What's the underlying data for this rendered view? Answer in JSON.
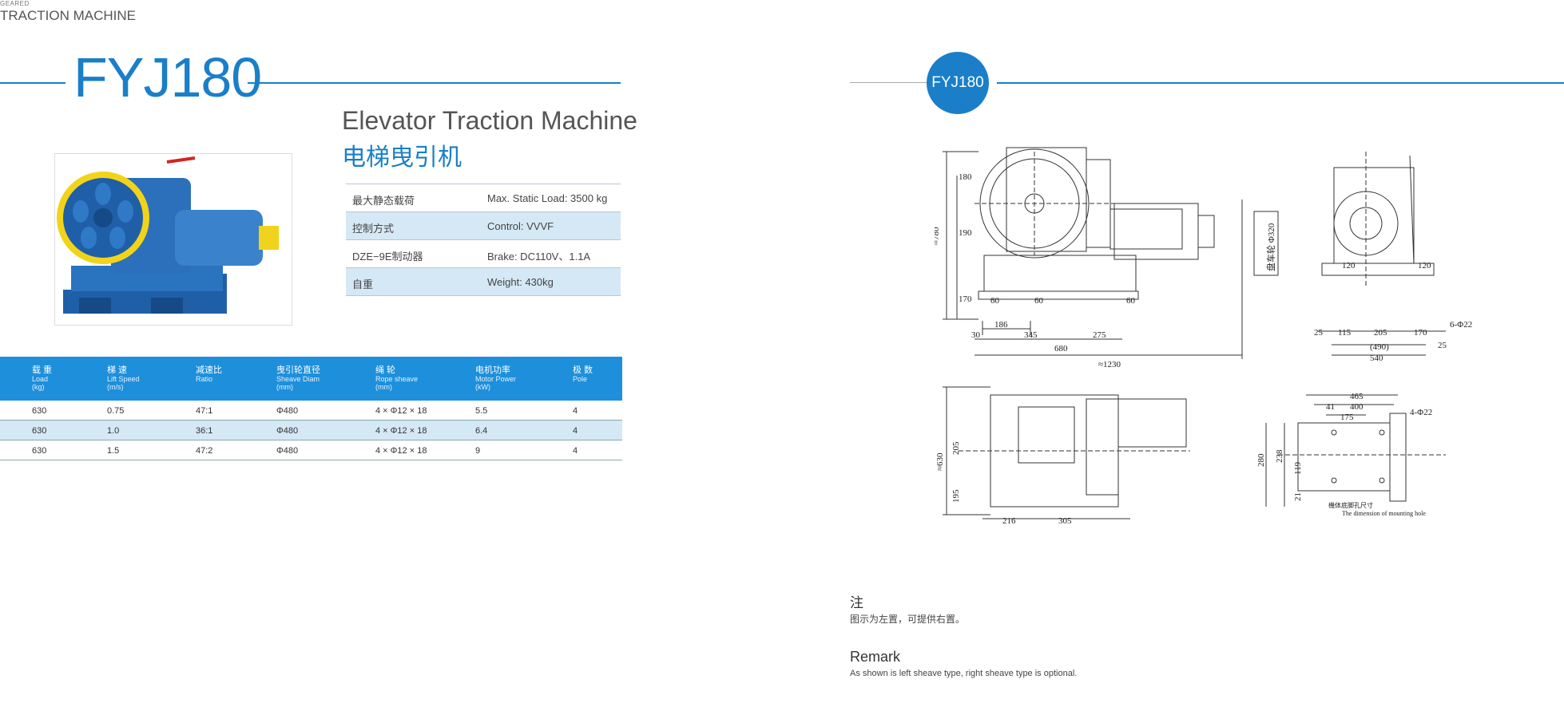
{
  "category": {
    "small": "GEARED",
    "big": "TRACTION MACHINE"
  },
  "model": "FYJ180",
  "title": {
    "en": "Elevator Traction Machine",
    "cn": "电梯曳引机"
  },
  "specs": [
    {
      "cn": "最大静态载荷",
      "en": "Max.  Static Load: 3500 kg"
    },
    {
      "cn": "控制方式",
      "en": "Control:   VVVF"
    },
    {
      "cn": "DZE−9E制动器",
      "en": "Brake:      DC110V、1.1A"
    },
    {
      "cn": "自重",
      "en": "Weight:    430kg"
    }
  ],
  "table": {
    "headers": [
      {
        "cn": "载 重",
        "en": "Load",
        "unit": "(kg)"
      },
      {
        "cn": "梯 速",
        "en": "Lift Speed",
        "unit": "(m/s)"
      },
      {
        "cn": "减速比",
        "en": "Ratio",
        "unit": ""
      },
      {
        "cn": "曳引轮直径",
        "en": "Sheave Diam",
        "unit": "(mm)"
      },
      {
        "cn": "绳 轮",
        "en": "Rope sheave",
        "unit": "(mm)"
      },
      {
        "cn": "电机功率",
        "en": "Motor Power",
        "unit": "(kW)"
      },
      {
        "cn": "极 数",
        "en": "Pole",
        "unit": ""
      }
    ],
    "rows": [
      [
        "630",
        "0.75",
        "47:1",
        "Φ480",
        "4 × Φ12 × 18",
        "5.5",
        "4"
      ],
      [
        "630",
        "1.0",
        "36:1",
        "Φ480",
        "4 × Φ12 × 18",
        "6.4",
        "4"
      ],
      [
        "630",
        "1.5",
        "47:2",
        "Φ480",
        "4 × Φ12 × 18",
        "9",
        "4"
      ]
    ]
  },
  "drawing": {
    "dims_front": [
      "≈780",
      "180",
      "190",
      "170",
      "60",
      "60",
      "60",
      "186",
      "345",
      "275",
      "30",
      "680",
      "≈1230",
      "盘车轮 Φ320"
    ],
    "dims_side": [
      "120",
      "120",
      "6-Φ22",
      "25",
      "115",
      "205",
      "170",
      "(490)",
      "25",
      "540"
    ],
    "dims_top": [
      "≈630",
      "205",
      "195",
      "216",
      "305"
    ],
    "dims_hole": [
      "465",
      "400",
      "41",
      "175",
      "4-Φ22",
      "280",
      "238",
      "119",
      "21"
    ],
    "hole_caption_cn": "機体底脚孔尺寸",
    "hole_caption_en": "The dimension of mounting hole"
  },
  "note": {
    "heading": "注",
    "text": "图示为左置，可提供右置。"
  },
  "remark": {
    "heading": "Remark",
    "text": "As shown is left sheave type, right sheave type is optional."
  }
}
